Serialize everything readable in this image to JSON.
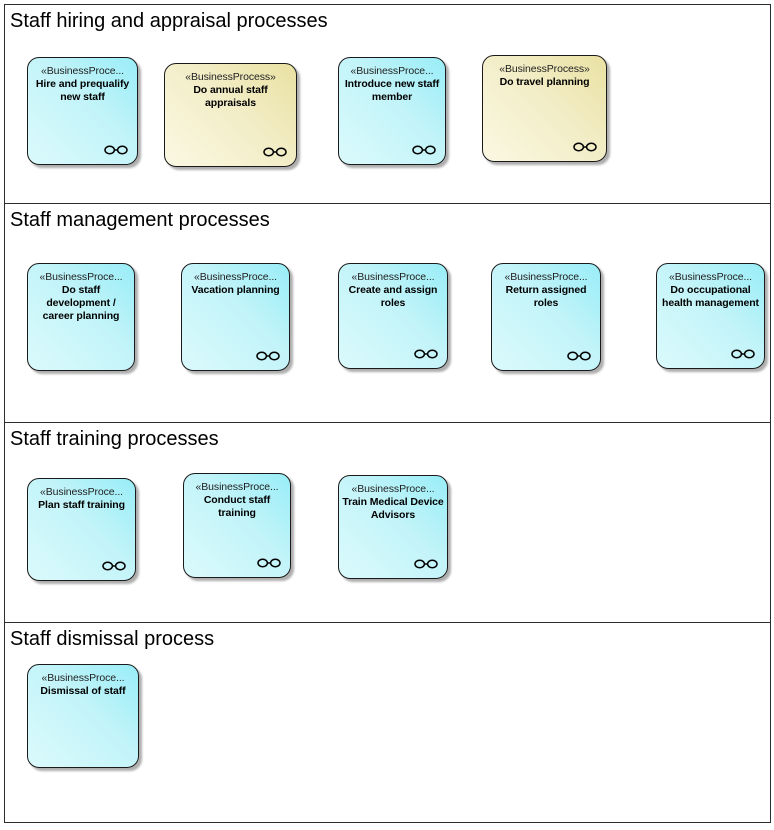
{
  "diagram": {
    "colors": {
      "process_cyan_start": "#99edf7",
      "process_cyan_end": "#dbfafc",
      "process_yellow_start": "#e9e1a2",
      "process_yellow_end": "#fbf8e3",
      "element_border": "#1a1a1a",
      "lane_border": "#2d2d2d",
      "shadow": "#aeaeae",
      "background": "#ffffff"
    },
    "icons": {
      "corner_icon": "linked-circles"
    },
    "sections": [
      {
        "title": "Staff hiring and appraisal processes",
        "boxes": [
          {
            "stereotype": "«BusinessProce...",
            "name": "Hire and prequalify\nnew staff",
            "fill": "cyan",
            "corner_icon": true
          },
          {
            "stereotype": "«BusinessProcess»",
            "name": "Do annual staff appraisals",
            "fill": "yellow",
            "corner_icon": true
          },
          {
            "stereotype": "«BusinessProce...",
            "name": "Introduce new staff\nmember",
            "fill": "cyan",
            "corner_icon": true
          },
          {
            "stereotype": "«BusinessProcess»",
            "name": "Do travel planning",
            "fill": "yellow",
            "corner_icon": true
          }
        ]
      },
      {
        "title": "Staff management processes",
        "boxes": [
          {
            "stereotype": "«BusinessProce...",
            "name": "Do staff\ndevelopment /\ncareer planning",
            "fill": "cyan",
            "corner_icon": false
          },
          {
            "stereotype": "«BusinessProce...",
            "name": "Vacation planning",
            "fill": "cyan",
            "corner_icon": true
          },
          {
            "stereotype": "«BusinessProce...",
            "name": "Create and assign\nroles",
            "fill": "cyan",
            "corner_icon": true
          },
          {
            "stereotype": "«BusinessProce...",
            "name": "Return assigned roles",
            "fill": "cyan",
            "corner_icon": true
          },
          {
            "stereotype": "«BusinessProce...",
            "name": "Do occupational\nhealth management",
            "fill": "cyan",
            "corner_icon": true
          }
        ]
      },
      {
        "title": "Staff training processes",
        "boxes": [
          {
            "stereotype": "«BusinessProce...",
            "name": "Plan staff training",
            "fill": "cyan",
            "corner_icon": true
          },
          {
            "stereotype": "«BusinessProce...",
            "name": "Conduct staff training",
            "fill": "cyan",
            "corner_icon": true
          },
          {
            "stereotype": "«BusinessProce...",
            "name": "Train Medical Device\nAdvisors",
            "fill": "cyan",
            "corner_icon": true
          }
        ]
      },
      {
        "title": "Staff dismissal process",
        "boxes": [
          {
            "stereotype": "«BusinessProce...",
            "name": "Dismissal of staff",
            "fill": "cyan",
            "corner_icon": false
          }
        ]
      }
    ]
  }
}
